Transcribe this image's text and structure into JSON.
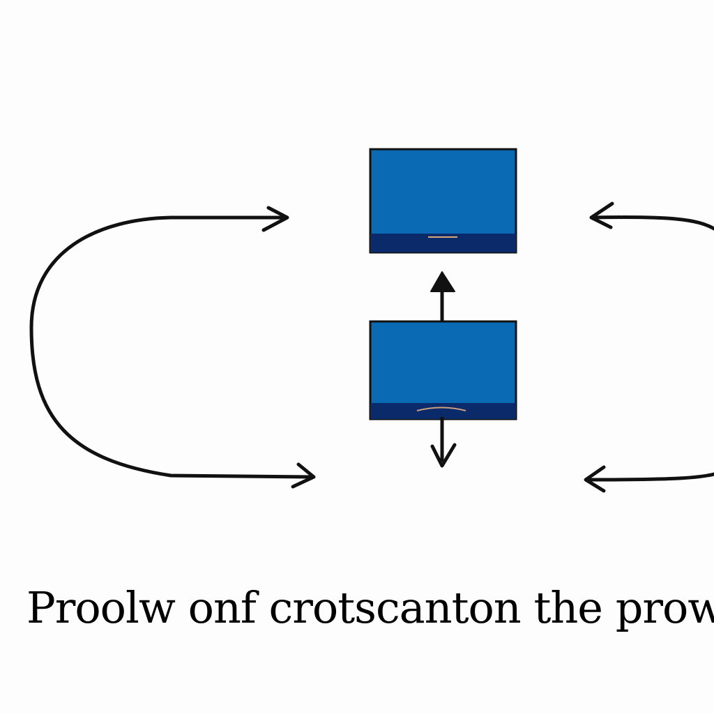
{
  "colors": {
    "background": "#fdfdfd",
    "stroke": "#111111",
    "box_fill": "#0a6ab4",
    "box_base": "#0b2a6a",
    "box_mark": "#d9a77a"
  },
  "diagram": {
    "boxes": [
      {
        "name": "top-window"
      },
      {
        "name": "bottom-window"
      }
    ],
    "connectors": [
      {
        "name": "left-loop-arrow"
      },
      {
        "name": "right-top-arrow"
      },
      {
        "name": "right-bottom-arrow"
      },
      {
        "name": "up-arrow"
      },
      {
        "name": "down-arrow"
      }
    ]
  },
  "caption": {
    "text": "Proolw onf crotscanton the prow"
  }
}
